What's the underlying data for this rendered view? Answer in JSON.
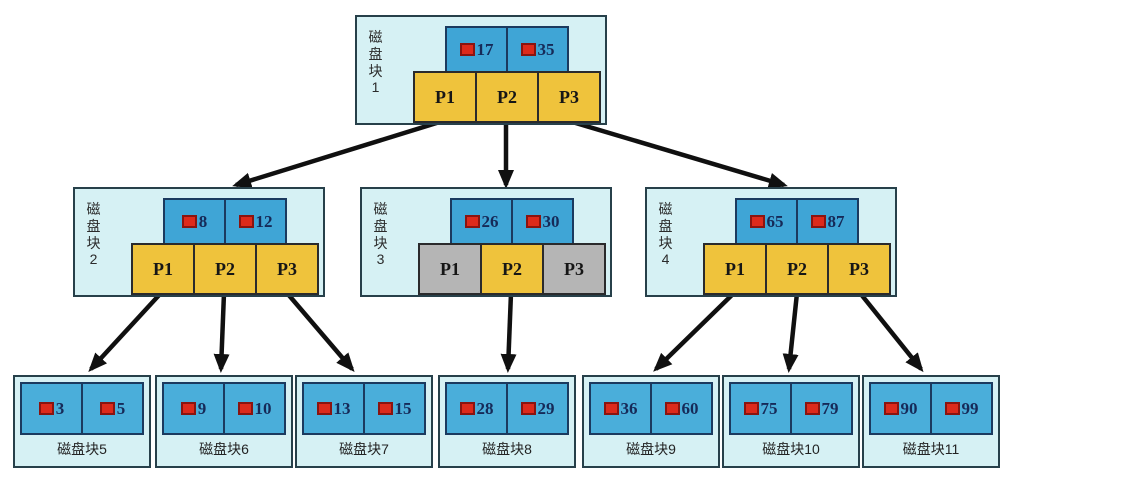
{
  "diagram_type": "b-tree-disk-block-structure",
  "colors": {
    "block_bg": "#d6f1f4",
    "key_cell_blue": "#3fa5d6",
    "leaf_key_cell_blue": "#4aaeda",
    "pointer_yellow": "#efc33c",
    "pointer_gray": "#b5b5b5",
    "red_marker": "#dd2a1b",
    "key_text": "#162a58",
    "arrow": "#101010"
  },
  "internal_blocks": [
    {
      "name": "磁盘块",
      "number": "1",
      "keys": [
        "17",
        "35"
      ],
      "pointers": [
        {
          "label": "P1",
          "gray": false
        },
        {
          "label": "P2",
          "gray": false
        },
        {
          "label": "P3",
          "gray": false
        }
      ]
    },
    {
      "name": "磁盘块",
      "number": "2",
      "keys": [
        "8",
        "12"
      ],
      "pointers": [
        {
          "label": "P1",
          "gray": false
        },
        {
          "label": "P2",
          "gray": false
        },
        {
          "label": "P3",
          "gray": false
        }
      ]
    },
    {
      "name": "磁盘块",
      "number": "3",
      "keys": [
        "26",
        "30"
      ],
      "pointers": [
        {
          "label": "P1",
          "gray": true
        },
        {
          "label": "P2",
          "gray": false
        },
        {
          "label": "P3",
          "gray": true
        }
      ]
    },
    {
      "name": "磁盘块",
      "number": "4",
      "keys": [
        "65",
        "87"
      ],
      "pointers": [
        {
          "label": "P1",
          "gray": false
        },
        {
          "label": "P2",
          "gray": false
        },
        {
          "label": "P3",
          "gray": false
        }
      ]
    }
  ],
  "leaf_blocks": [
    {
      "label": "磁盘块5",
      "keys": [
        "3",
        "5"
      ]
    },
    {
      "label": "磁盘块6",
      "keys": [
        "9",
        "10"
      ]
    },
    {
      "label": "磁盘块7",
      "keys": [
        "13",
        "15"
      ]
    },
    {
      "label": "磁盘块8",
      "keys": [
        "28",
        "29"
      ]
    },
    {
      "label": "磁盘块9",
      "keys": [
        "36",
        "60"
      ]
    },
    {
      "label": "磁盘块10",
      "keys": [
        "75",
        "79"
      ]
    },
    {
      "label": "磁盘块11",
      "keys": [
        "90",
        "99"
      ]
    }
  ],
  "edges": [
    {
      "from": "block1.P1",
      "to": "block2"
    },
    {
      "from": "block1.P2",
      "to": "block3"
    },
    {
      "from": "block1.P3",
      "to": "block4"
    },
    {
      "from": "block2.P1",
      "to": "block5"
    },
    {
      "from": "block2.P2",
      "to": "block6"
    },
    {
      "from": "block2.P3",
      "to": "block7"
    },
    {
      "from": "block3.P2",
      "to": "block8"
    },
    {
      "from": "block4.P1",
      "to": "block9"
    },
    {
      "from": "block4.P2",
      "to": "block10"
    },
    {
      "from": "block4.P3",
      "to": "block11"
    }
  ]
}
